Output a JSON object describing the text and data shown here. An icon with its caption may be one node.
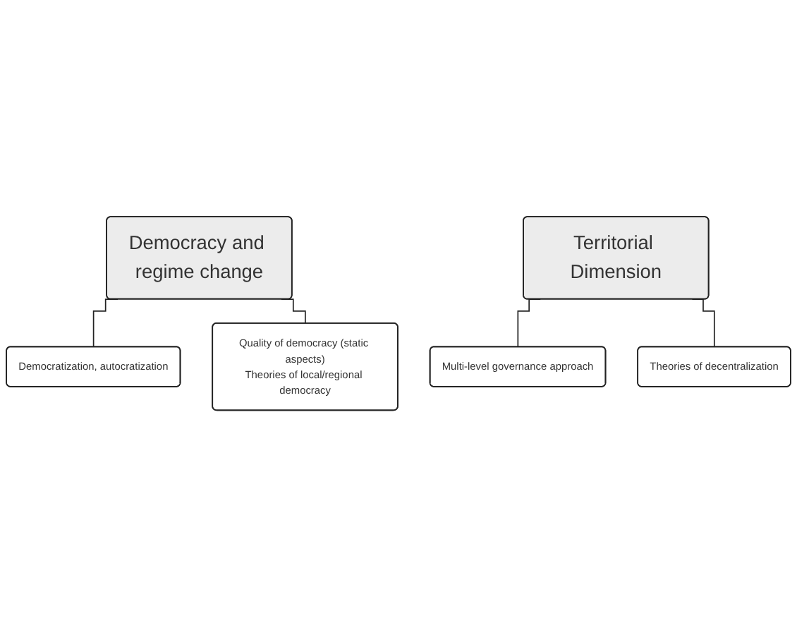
{
  "diagram": {
    "nodes": [
      {
        "text": [
          "Democracy and regime change"
        ]
      },
      {
        "text": [
          "Democratization, autocratization"
        ]
      },
      {
        "text": [
          "Quality of democracy (static aspects)",
          "Theories of local/regional democracy"
        ]
      },
      {
        "text": [
          "Territorial Dimension"
        ]
      },
      {
        "text": [
          "Multi-level governance approach"
        ]
      },
      {
        "text": [
          "Theories of decentralization"
        ]
      }
    ],
    "edges": [
      {
        "from": 0,
        "to": 1,
        "arrow": "none"
      },
      {
        "from": 0,
        "to": 2,
        "arrow": "none"
      },
      {
        "from": 3,
        "to": 4,
        "arrow": "none"
      },
      {
        "from": 3,
        "to": 5,
        "arrow": "none"
      }
    ]
  }
}
